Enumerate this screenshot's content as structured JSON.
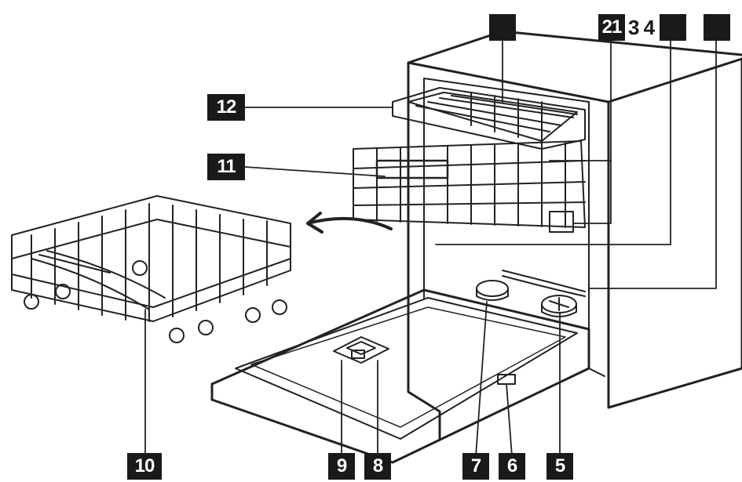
{
  "labels": {
    "l1": "",
    "l21": "21",
    "l34": "3 4",
    "l3": "",
    "l4": "",
    "l5": "5",
    "l6": "6",
    "l7": "7",
    "l8": "8",
    "l9": "9",
    "l10": "10",
    "l11": "11",
    "l12": "12"
  }
}
